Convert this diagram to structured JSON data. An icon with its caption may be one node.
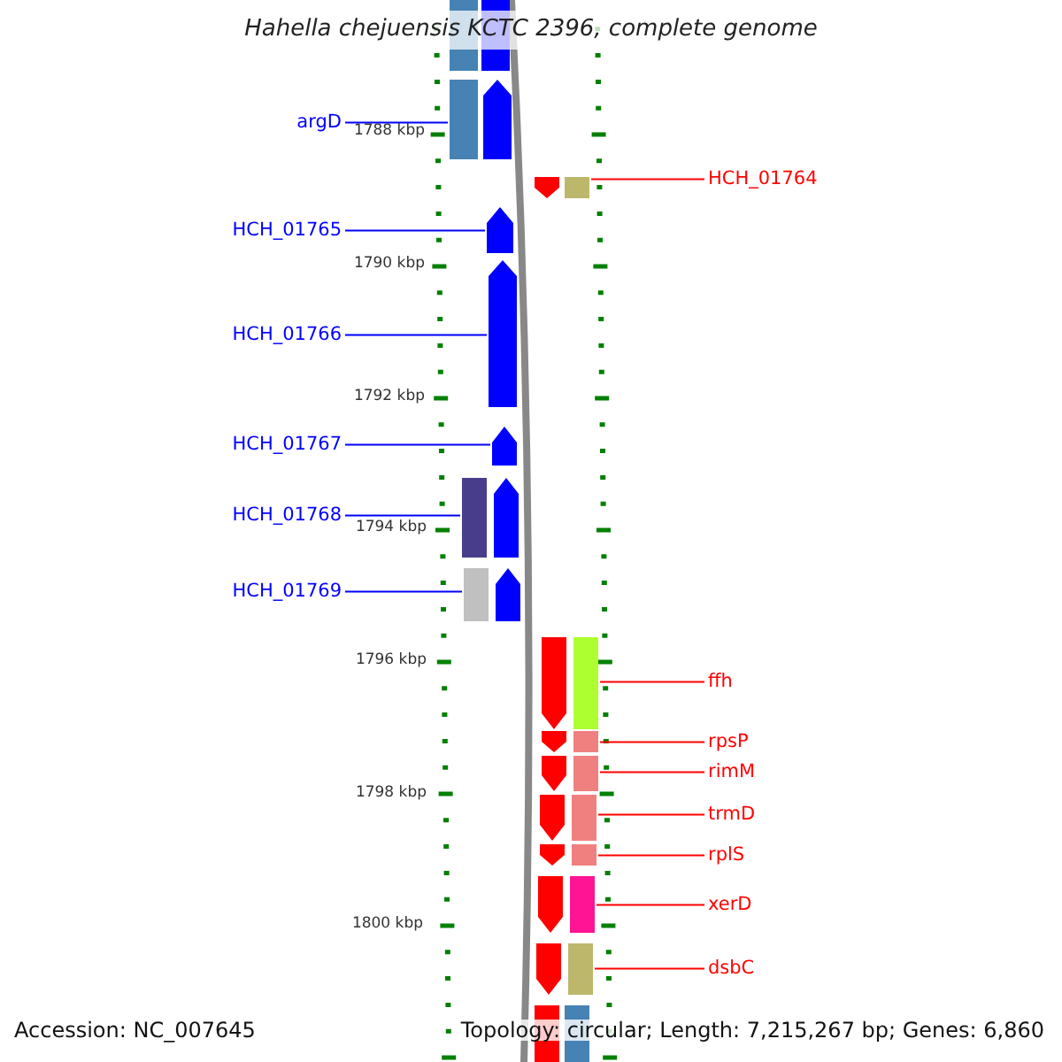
{
  "diagram": {
    "title": "Hahella chejuensis KCTC 2396, complete genome",
    "nodes": [
      {
        "text": [
          "argD"
        ]
      },
      {
        "text": [
          "HCH_01764"
        ]
      },
      {
        "text": [
          "HCH_01765"
        ]
      },
      {
        "text": [
          "HCH_01766"
        ]
      },
      {
        "text": [
          "HCH_01767"
        ]
      },
      {
        "text": [
          "HCH_01768"
        ]
      },
      {
        "text": [
          "HCH_01769"
        ]
      },
      {
        "text": [
          "ffh"
        ]
      },
      {
        "text": [
          "rpsP"
        ]
      },
      {
        "text": [
          "rimM"
        ]
      },
      {
        "text": [
          "trmD"
        ]
      },
      {
        "text": [
          "rplS"
        ]
      },
      {
        "text": [
          "xerD"
        ]
      },
      {
        "text": [
          "dsbC"
        ]
      },
      {
        "text": [],
        "shape": "arrow"
      },
      {
        "text": [],
        "shape": "arrow"
      },
      {
        "text": [],
        "shape": "arrow"
      },
      {
        "text": [],
        "shape": "arrow"
      },
      {
        "text": [],
        "shape": "arrow"
      },
      {
        "text": [],
        "shape": "arrow"
      },
      {
        "text": [],
        "shape": "arrow"
      },
      {
        "text": [],
        "shape": "arrow"
      },
      {
        "text": [],
        "shape": "arrow"
      },
      {
        "text": [],
        "shape": "arrow"
      },
      {
        "text": [],
        "shape": "arrow"
      },
      {
        "text": [],
        "shape": "arrow"
      },
      {
        "text": [],
        "shape": "arrow"
      },
      {
        "text": [],
        "shape": "arrow"
      },
      {
        "text": [],
        "shape": "arrow"
      },
      {
        "text": [],
        "shape": "arrow"
      }
    ],
    "edges": [
      {
        "from": 0,
        "to": 15,
        "arrow": "none",
        "color": "#0000ff"
      },
      {
        "from": 1,
        "to": 16,
        "arrow": "none"
      },
      {
        "from": 2,
        "to": 17,
        "arrow": "none",
        "color": "#0000ff"
      },
      {
        "from": 3,
        "to": 18,
        "arrow": "none",
        "color": "#0000ff"
      },
      {
        "from": 4,
        "to": 19,
        "arrow": "none",
        "color": "#0000ff"
      },
      {
        "from": 5,
        "to": 20,
        "arrow": "none",
        "color": "#0000ff"
      },
      {
        "from": 6,
        "to": 21,
        "arrow": "none",
        "color": "#0000ff"
      },
      {
        "from": 7,
        "to": 22,
        "arrow": "none"
      },
      {
        "from": 8,
        "to": 23,
        "arrow": "none"
      },
      {
        "from": 9,
        "to": 24,
        "arrow": "none"
      },
      {
        "from": 10,
        "to": 25,
        "arrow": "none"
      },
      {
        "from": 11,
        "to": 26,
        "arrow": "none"
      },
      {
        "from": 12,
        "to": 27,
        "arrow": "none"
      },
      {
        "from": 13,
        "to": 28,
        "arrow": "none"
      }
    ],
    "labels": [
      "1788 kbp",
      "1790 kbp",
      "1792 kbp",
      "1794 kbp",
      "1796 kbp",
      "1798 kbp",
      "1800 kbp",
      "Accession: NC_007645",
      "Topology: circular; Length: 7,215,267 bp; Genes: 6,860"
    ]
  }
}
